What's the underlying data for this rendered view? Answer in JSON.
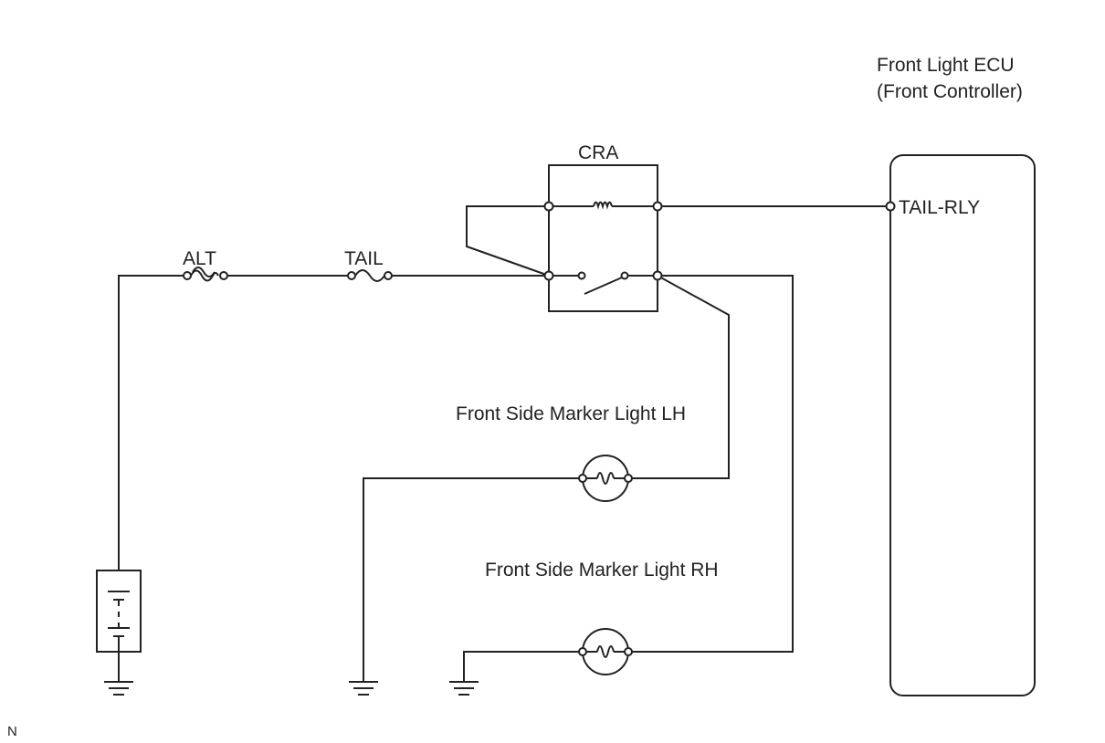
{
  "ecu": {
    "line1": "Front Light ECU",
    "line2": "(Front Controller)",
    "terminal": "TAIL-RLY"
  },
  "relay": {
    "label": "CRA"
  },
  "fuses": {
    "alt": "ALT",
    "tail": "TAIL"
  },
  "lights": {
    "lh": "Front Side Marker Light LH",
    "rh": "Front Side Marker Light RH"
  },
  "corner_note": "N"
}
